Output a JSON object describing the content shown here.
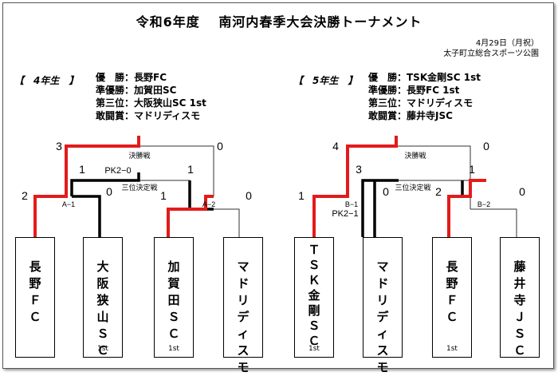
{
  "title": "令和6年度　 南河内春季大会決勝トーナメント",
  "date": "4月29日（月祝）",
  "venue": "太子町立総合スポーツ公園",
  "colors": {
    "win": "#e31b1b",
    "line": "#000000",
    "thin": "#333333"
  },
  "grade4": {
    "label": "【　4年生　】",
    "awards": [
      "優　勝：長野FC",
      "準優勝：加賀田SC",
      "第三位：大阪狭山SC 1st",
      "敢闘賞：マドリディスモ"
    ],
    "teams": [
      {
        "name": "長野ＦＣ",
        "seed": ""
      },
      {
        "name": "大阪狭山ＳＣ",
        "seed": "1st"
      },
      {
        "name": "加賀田ＳＣ",
        "seed": "1st"
      },
      {
        "name": "マドリディスモ",
        "seed": ""
      }
    ],
    "labels": {
      "final": "決勝戦",
      "third": "三位決定戦",
      "a1": "A−1",
      "a2": "A−2",
      "pk": "PK2−0"
    },
    "scores": {
      "final_left": "3",
      "final_right": "0",
      "third_left": "1",
      "third_right": "1",
      "a1_left": "2",
      "a1_right": "0",
      "a2_left": "1",
      "a2_right": "0"
    }
  },
  "grade5": {
    "label": "【　5年生　】",
    "awards": [
      "優　勝：TSK金剛SC 1st",
      "準優勝：長野FC 1st",
      "第三位：マドリディスモ",
      "敢闘賞：藤井寺JSC"
    ],
    "teams": [
      {
        "name": "ＴＳＫ金剛ＳＣ",
        "seed": "1st"
      },
      {
        "name": "マドリディスモ",
        "seed": ""
      },
      {
        "name": "長野ＦＣ",
        "seed": "1st"
      },
      {
        "name": "藤井寺ＪＳＣ",
        "seed": ""
      }
    ],
    "labels": {
      "final": "決勝戦",
      "third": "三位決定戦",
      "b1": "B−1",
      "b2": "B−2",
      "pk": "PK2−1"
    },
    "scores": {
      "final_left": "4",
      "final_right": "0",
      "third_left": "3",
      "third_right": "1",
      "b1_left": "1",
      "b1_right": "0",
      "b2_left": "2",
      "b2_right": "0"
    }
  }
}
